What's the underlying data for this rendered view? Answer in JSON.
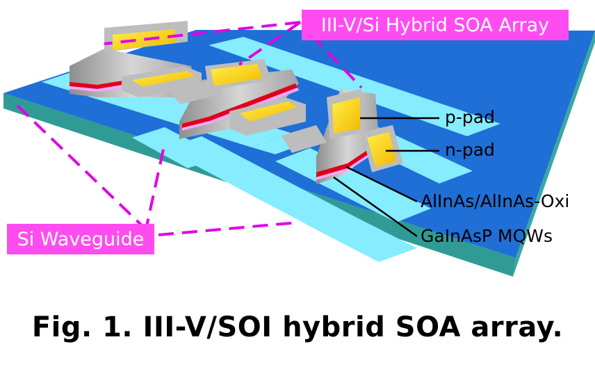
{
  "labels": {
    "title_box": "III-V/Si Hybrid SOA Array",
    "waveguide_box": "Si Waveguide",
    "p_pad": "p-pad",
    "n_pad": "n-pad",
    "cladding": "AlInAs/AlInAs-Oxi",
    "mqw": "GaInAsP MQWs"
  },
  "caption": "Fig. 1.  III-V/SOI hybrid SOA array.",
  "colors": {
    "substrate_top": "#1f6fd6",
    "substrate_edge": "#2a8f8a",
    "waveguide": "#7fe8ff",
    "device_gray": "#b9b9b9",
    "pad_yellow": "#ffd21a",
    "mqw_red": "#e0001b",
    "callout_magenta": "#e100e6",
    "box_fill": "#ff4cf0"
  }
}
